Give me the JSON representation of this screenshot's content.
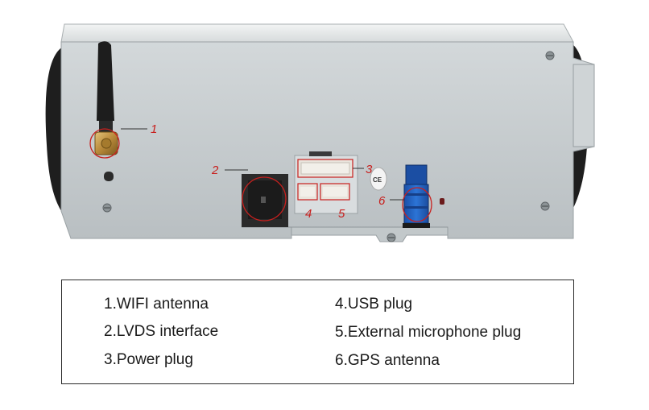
{
  "callouts": [
    "1",
    "2",
    "3",
    "4",
    "5",
    "6"
  ],
  "ce_mark": "CE",
  "legend": {
    "items": [
      "1.WIFI antenna",
      "2.LVDS interface",
      "3.Power plug",
      "4.USB plug",
      "5.External microphone plug",
      "6.GPS antenna"
    ]
  },
  "colors": {
    "panel": "#c5cbcd",
    "callout": "#c8201e",
    "usb_blue": "#1f5fbf",
    "antenna": "#1d1d1d"
  }
}
